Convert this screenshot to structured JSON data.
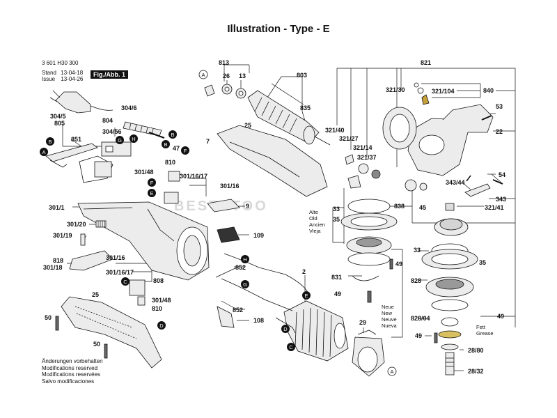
{
  "title": "Illustration - Type - E",
  "doc_number": "3 601 H30 300",
  "stand_label": "Stand",
  "stand_date": "13-04-18",
  "issue_label": "Issue",
  "issue_date": "13-04-26",
  "fig_label": "Fig./Abb. 1",
  "watermark": "BESTNTOO",
  "disclaimer": [
    "Änderungen vorbehalten",
    "Modifications reserved",
    "Modifications reservées",
    "Salvo modificaciones"
  ],
  "old_labels": [
    "Alte",
    "Old",
    "Ancien",
    "Vieja"
  ],
  "new_labels": [
    "Neue",
    "New",
    "Neuve",
    "Nueva"
  ],
  "grease_label": [
    "Fett",
    "Grease"
  ],
  "parts": {
    "p813": "813",
    "p26": "26",
    "p13": "13",
    "p803": "803",
    "p835": "835",
    "p25a": "25",
    "p321_40": "321/40",
    "p321_27": "321/27",
    "p321_14": "321/14",
    "p321_37": "321/37",
    "p821": "821",
    "p321_30": "321/30",
    "p321_104": "321/104",
    "p840": "840",
    "p53": "53",
    "p22": "22",
    "p54": "54",
    "p343_44": "343/44",
    "p343": "343",
    "p321_41": "321/41",
    "p838": "838",
    "p45": "45",
    "p304_5": "304/5",
    "p805": "805",
    "p304_6": "304/6",
    "p804": "804",
    "p304_56": "304/56",
    "p851": "851",
    "p47": "47",
    "p7": "7",
    "p810a": "810",
    "p301_48a": "301/48",
    "p301_16_17a": "301/16/17",
    "p301_16a": "301/16",
    "p9": "9",
    "p301_1": "301/1",
    "p301_20": "301/20",
    "p301_19": "301/19",
    "p109": "109",
    "p818": "818",
    "p301_18": "301/18",
    "p301_16b": "301/16",
    "p301_16_17b": "301/16/17",
    "p808": "808",
    "p301_48b": "301/48",
    "p810b": "810",
    "p25b": "25",
    "p852a": "852",
    "p2": "2",
    "p852b": "852",
    "p108": "108",
    "p29": "29",
    "p50a": "50",
    "p50b": "50",
    "p33a": "33",
    "p35a": "35",
    "p49a": "49",
    "p831": "831",
    "p49b": "49",
    "p33b": "33",
    "p35b": "35",
    "p828": "828",
    "p828_04": "828/04",
    "p49c": "49",
    "p49d": "49",
    "p28_80": "28/80",
    "p28_32": "28/32"
  },
  "callouts": {
    "A": "A",
    "B": "B",
    "C": "C",
    "D": "D",
    "E": "E",
    "F": "F",
    "G": "G",
    "H": "H"
  },
  "colors": {
    "ink": "#111111",
    "fill_part": "#ececec",
    "dark_part": "#444444"
  }
}
